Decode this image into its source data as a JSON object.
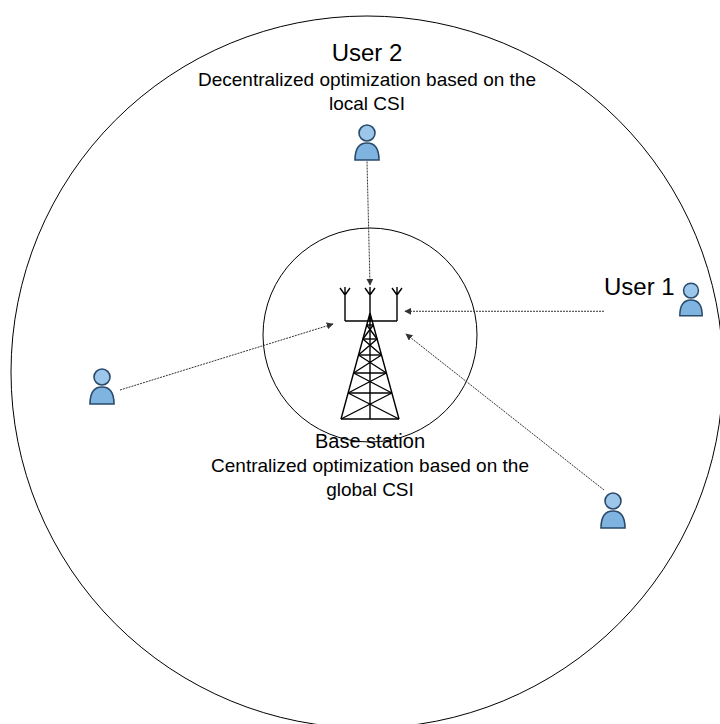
{
  "diagram": {
    "nodes": [
      {
        "text": [
          "User 2",
          "Decentralized optimization based on the local CSI"
        ]
      },
      {
        "text": [
          "User 1"
        ]
      },
      {
        "text": [
          "Base station",
          "Centralized optimization based on the global CSI"
        ]
      }
    ],
    "edges": [
      {
        "from": 0,
        "to": 2,
        "arrow": "to"
      },
      {
        "from": 1,
        "to": 2,
        "arrow": "to"
      }
    ]
  }
}
